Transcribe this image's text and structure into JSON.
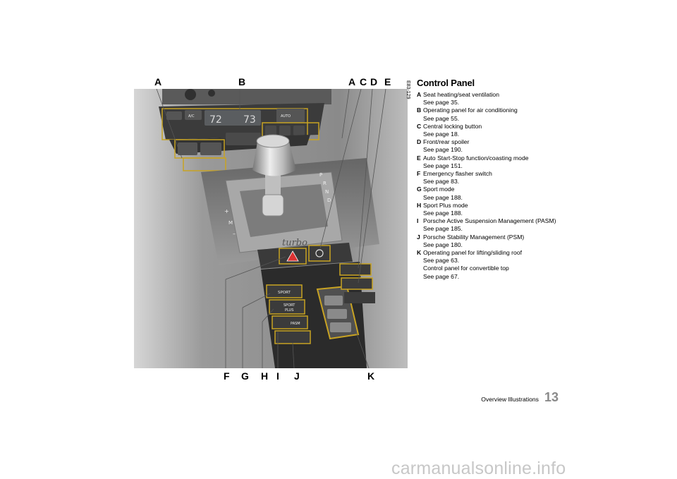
{
  "illustration": {
    "callouts_top": [
      "A",
      "B",
      "A",
      "C",
      "D",
      "E"
    ],
    "callouts_bottom": [
      "F",
      "G",
      "H",
      "I",
      "J",
      "K"
    ],
    "image_code": "E83-129",
    "button_labels": {
      "sport": "SPORT",
      "sport_plus_1": "SPORT",
      "sport_plus_2": "PLUS",
      "pasm": "PASM",
      "wiper": "A/C",
      "auto": "AUTO",
      "temp_left": "72",
      "temp_right": "73",
      "turbo_script": "turbo",
      "gear_p": "P",
      "gear_r": "R",
      "gear_n": "N",
      "gear_d": "D",
      "gear_plus": "+",
      "gear_m": "M",
      "gear_minus": "–"
    }
  },
  "section": {
    "title": "Control Panel",
    "items": [
      {
        "letter": "A",
        "text": "Seat heating/seat ventilation",
        "refs": [
          "See page 35."
        ]
      },
      {
        "letter": "B",
        "text": "Operating panel for air conditioning",
        "refs": [
          "See page 55."
        ]
      },
      {
        "letter": "C",
        "text": "Central locking button",
        "refs": [
          "See page 18."
        ]
      },
      {
        "letter": "D",
        "text": "Front/rear spoiler",
        "refs": [
          "See page 190."
        ]
      },
      {
        "letter": "E",
        "text": "Auto Start-Stop function/coasting mode",
        "refs": [
          "See page 151."
        ]
      },
      {
        "letter": "F",
        "text": "Emergency flasher switch",
        "refs": [
          "See page 83."
        ]
      },
      {
        "letter": "G",
        "text": "Sport mode",
        "refs": [
          "See page 188."
        ]
      },
      {
        "letter": "H",
        "text": "Sport Plus mode",
        "refs": [
          "See page 188."
        ]
      },
      {
        "letter": "I",
        "text": "Porsche Active Suspension Management (PASM)",
        "refs": [
          "See page 185."
        ]
      },
      {
        "letter": "J",
        "text": "Porsche Stability Management (PSM)",
        "refs": [
          "See page 180."
        ]
      },
      {
        "letter": "K",
        "text": "Operating panel for lifting/sliding roof",
        "refs": [
          "See page 63.",
          "Control panel for convertible top",
          "See page 67."
        ]
      }
    ]
  },
  "footer": {
    "label": "Overview Illustrations",
    "page_number": "13"
  },
  "watermark": "carmanualsonline.info",
  "colors": {
    "highlight": "#c8a323",
    "panel_dark": "#2b2b2b",
    "console_grey": "#8c8c8c",
    "page_number": "#8a8a8a"
  }
}
